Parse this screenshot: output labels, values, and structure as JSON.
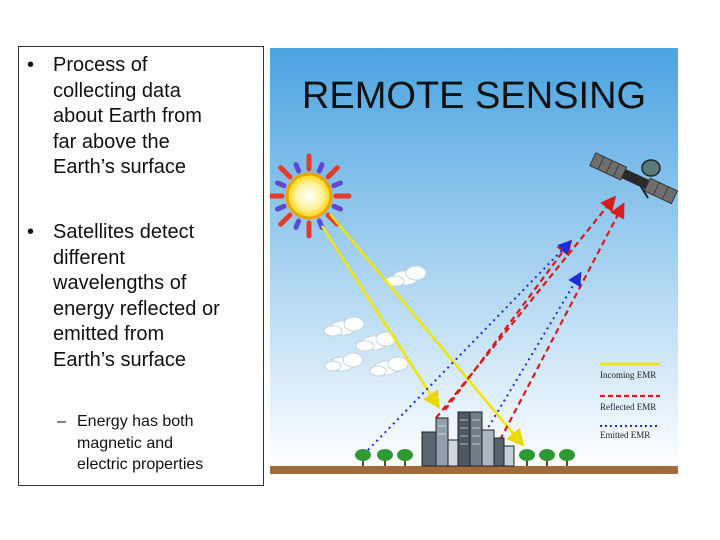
{
  "bullets": [
    {
      "marker": "•",
      "lines": [
        "Process of",
        "collecting data",
        "about Earth from",
        "far above the",
        "Earth’s surface"
      ]
    },
    {
      "marker": "•",
      "lines": [
        "Satellites detect",
        "different",
        "wavelengths of",
        "energy reflected or",
        "emitted from",
        "Earth’s surface"
      ]
    }
  ],
  "sub_bullet": {
    "marker": "–",
    "lines": [
      "Energy has both",
      "magnetic and",
      "electric properties"
    ]
  },
  "diagram": {
    "title": "REMOTE SENSING",
    "legend": [
      {
        "label": "Incoming EMR",
        "color": "#f2e600",
        "style": "solid"
      },
      {
        "label": "Reflected EMR",
        "color": "#d81b1b",
        "style": "dashed"
      },
      {
        "label": "Emitted EMR",
        "color": "#1a2fd8",
        "style": "dotted"
      }
    ],
    "colors": {
      "sky_top": "#4aa3e0",
      "sky_bottom": "#ffffff",
      "ground": "#a06a3c",
      "sun": "#ffd400",
      "sun_rays": "#5c4bd0"
    }
  }
}
